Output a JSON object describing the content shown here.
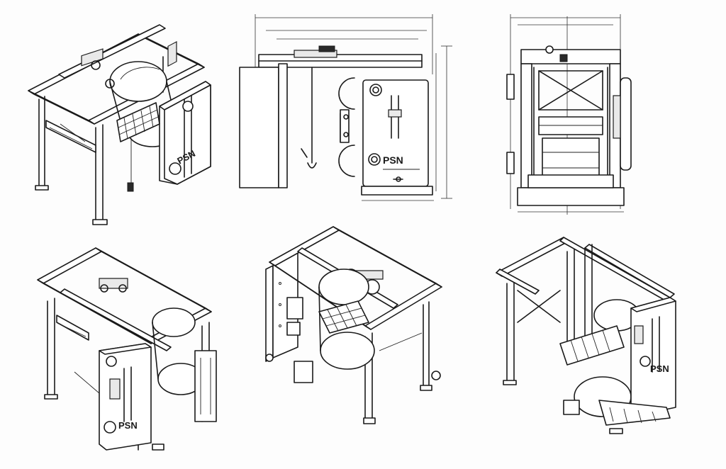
{
  "figure": {
    "views": [
      {
        "id": "iso-front-left",
        "brand": "PSN",
        "brand_sub": ""
      },
      {
        "id": "front-elevation",
        "brand": "PSN",
        "brand_sub": ""
      },
      {
        "id": "side-elevation",
        "brand": "",
        "brand_sub": ""
      },
      {
        "id": "iso-front",
        "brand": "PSN",
        "brand_sub": ""
      },
      {
        "id": "iso-rear",
        "brand": "",
        "brand_sub": ""
      },
      {
        "id": "iso-right",
        "brand": "PSN",
        "brand_sub": ""
      }
    ]
  }
}
